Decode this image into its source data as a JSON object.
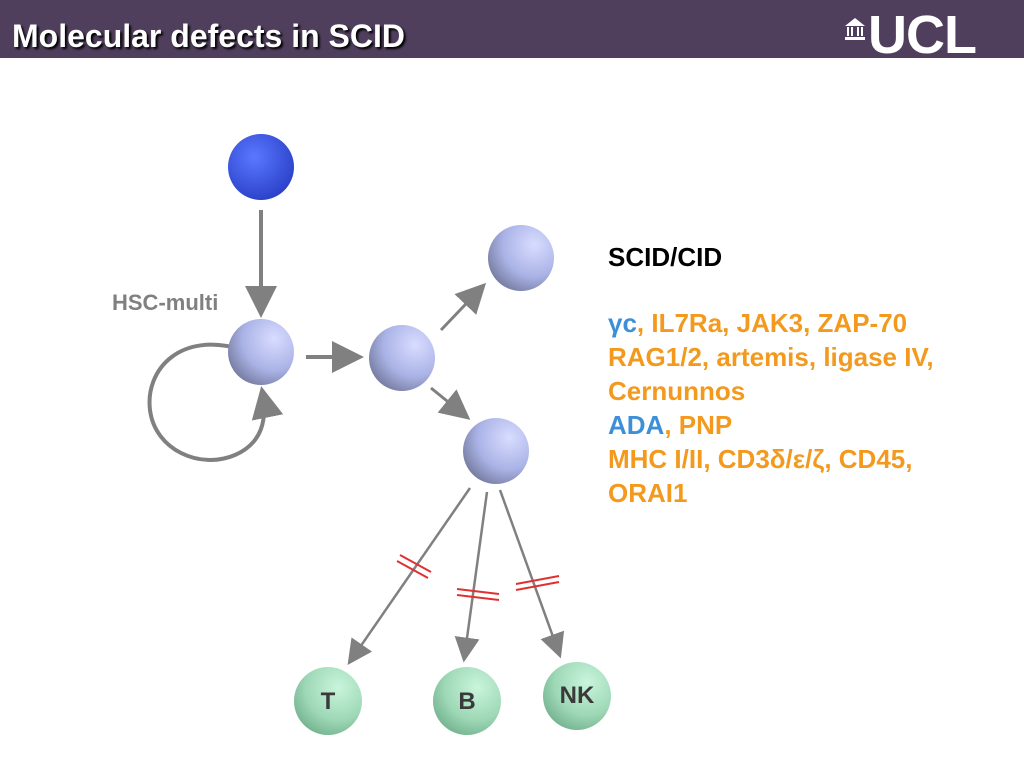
{
  "header": {
    "title": "Molecular defects in SCID",
    "logo_text": "UCL",
    "background": "#4f3f5d"
  },
  "diagram": {
    "hsc_label": "HSC-multi",
    "lineages": [
      {
        "label": "T",
        "blocked": true
      },
      {
        "label": "B",
        "blocked": true
      },
      {
        "label": "NK",
        "blocked": true
      }
    ],
    "colors": {
      "stem": "#3a55e0",
      "progenitor": "#b3bce8",
      "lineage": "#a8e0bf",
      "arrow": "#808080",
      "block": "#e03030"
    }
  },
  "defects": {
    "heading": "SCID/CID",
    "line1": {
      "gc": "γc",
      "rest": ", IL7Ra, JAK3, ZAP-70"
    },
    "line2": "RAG1/2, artemis, ligase IV,",
    "line3": "Cernunnos",
    "line4": {
      "ada": "ADA",
      "rest": ", PNP"
    },
    "line5": "MHC I/II, CD3δ/ε/ζ, CD45,",
    "line6": "ORAI1"
  }
}
